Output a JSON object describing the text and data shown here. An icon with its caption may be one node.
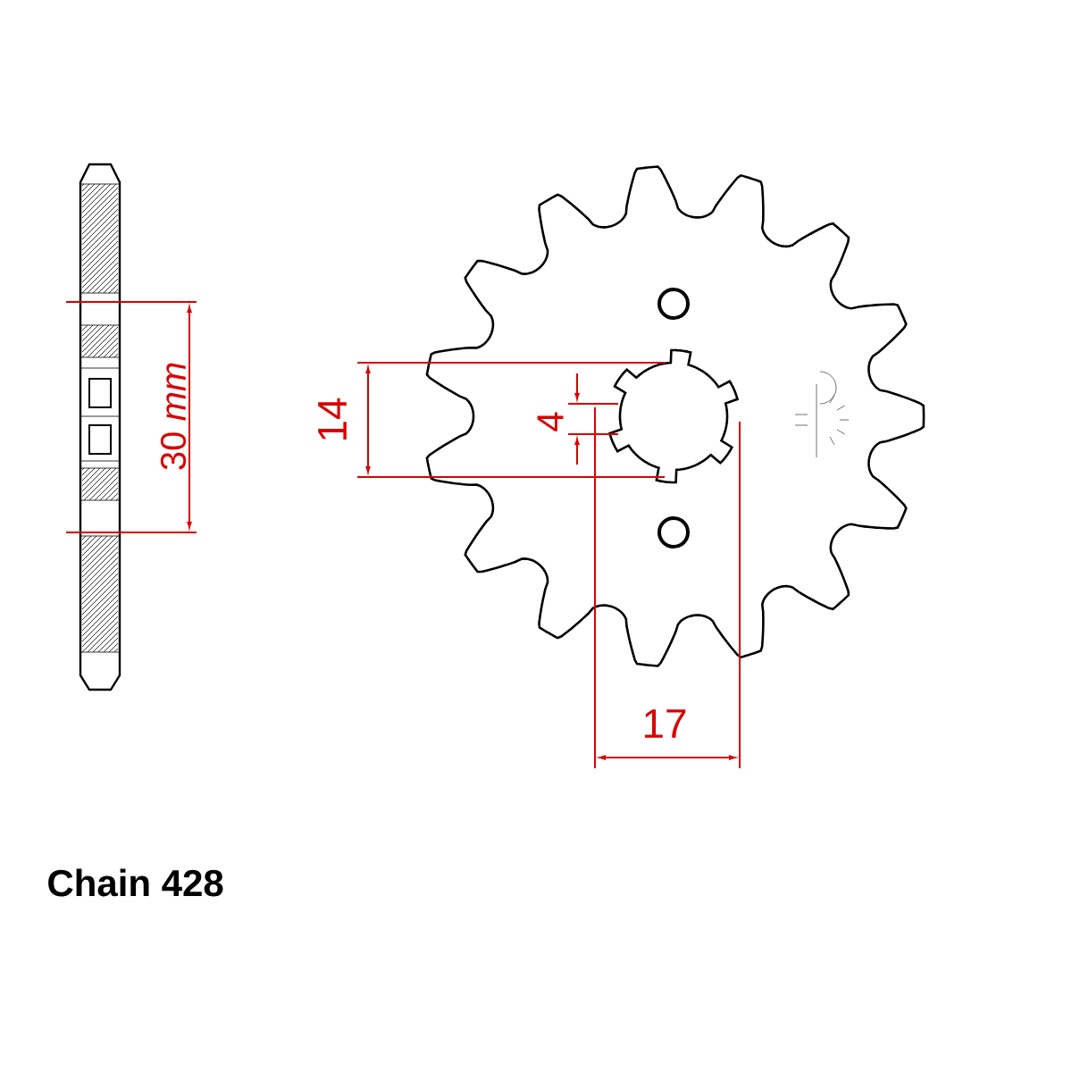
{
  "diagram": {
    "labels": [
      "30 *mm*",
      "14",
      "4",
      "17",
      "Chain 428"
    ]
  }
}
